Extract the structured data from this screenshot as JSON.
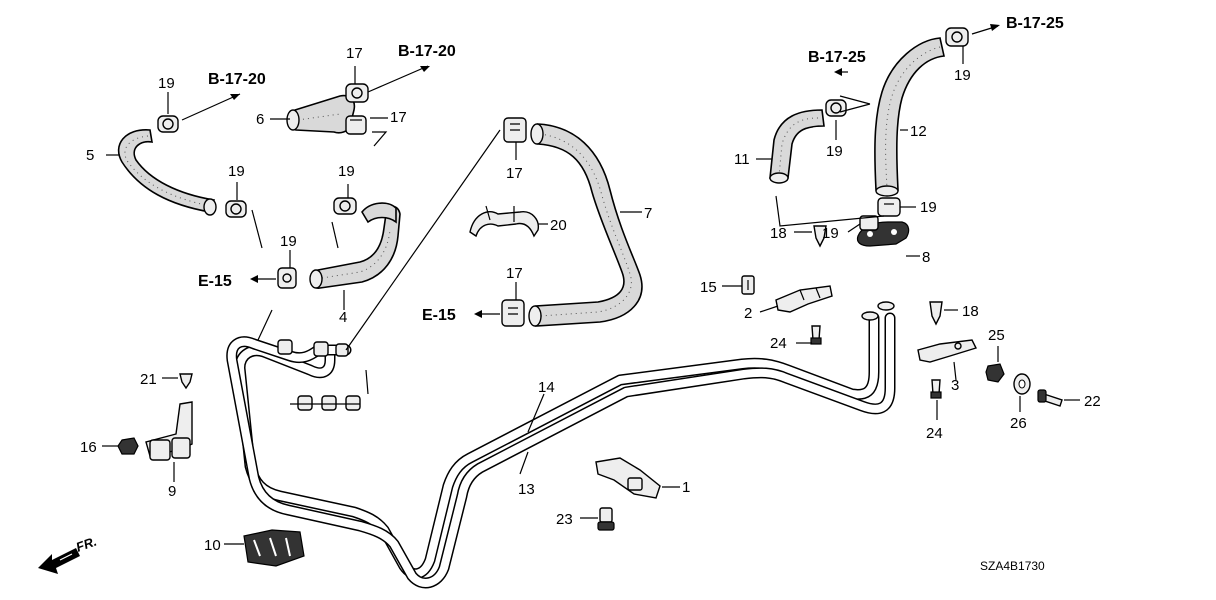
{
  "callouts": {
    "n1": "1",
    "n2": "2",
    "n3": "3",
    "n4": "4",
    "n5": "5",
    "n6": "6",
    "n7": "7",
    "n8": "8",
    "n9": "9",
    "n10": "10",
    "n11": "11",
    "n12": "12",
    "n13": "13",
    "n14": "14",
    "n15": "15",
    "n16": "16",
    "n17": "17",
    "n18": "18",
    "n19": "19",
    "n20": "20",
    "n21": "21",
    "n22": "22",
    "n23": "23",
    "n24": "24",
    "n25": "25",
    "n26": "26"
  },
  "references": {
    "b1720": "B-17-20",
    "b1725": "B-17-25",
    "e15": "E-15"
  },
  "diagram_code": "SZA4B1730",
  "front_label": "FR."
}
